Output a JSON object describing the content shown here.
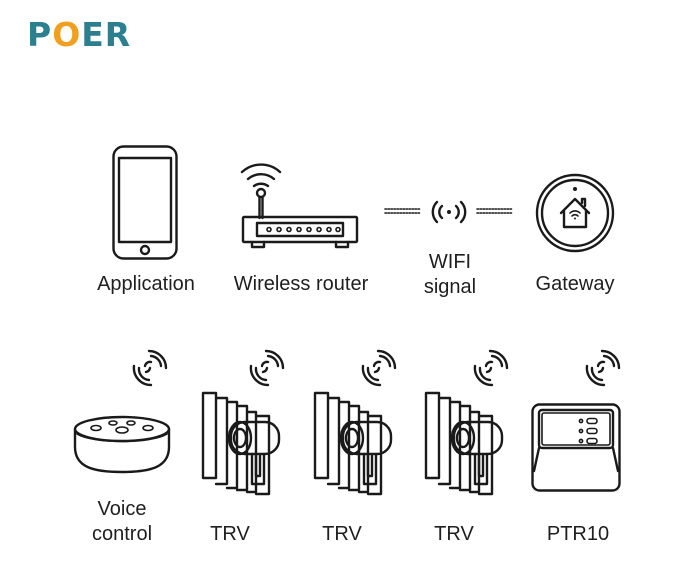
{
  "brand": {
    "logo_text_parts": [
      "P",
      "O",
      "ER"
    ],
    "colors": {
      "primary": "#2b7f8f",
      "accent": "#f0a020"
    }
  },
  "top_row": [
    {
      "id": "application",
      "label": "Application",
      "icon": "smartphone-icon"
    },
    {
      "id": "wireless-router",
      "label": "Wireless router",
      "icon": "router-icon"
    },
    {
      "id": "wifi-signal",
      "label_lines": [
        "WIFI",
        "signal"
      ],
      "icon": "wifi-broadcast-icon"
    },
    {
      "id": "gateway",
      "label": "Gateway",
      "icon": "gateway-hub-icon"
    }
  ],
  "bottom_row": [
    {
      "id": "voice-control",
      "label_lines": [
        "Voice",
        "control"
      ],
      "icon": "smart-speaker-icon",
      "signal_icon": "wireless-waves-icon"
    },
    {
      "id": "trv-1",
      "label": "TRV",
      "icon": "radiator-valve-icon",
      "signal_icon": "wireless-waves-icon"
    },
    {
      "id": "trv-2",
      "label": "TRV",
      "icon": "radiator-valve-icon",
      "signal_icon": "wireless-waves-icon"
    },
    {
      "id": "trv-3",
      "label": "TRV",
      "icon": "radiator-valve-icon",
      "signal_icon": "wireless-waves-icon"
    },
    {
      "id": "ptr10",
      "label": "PTR10",
      "icon": "thermostat-panel-icon",
      "signal_icon": "wireless-waves-icon"
    }
  ]
}
